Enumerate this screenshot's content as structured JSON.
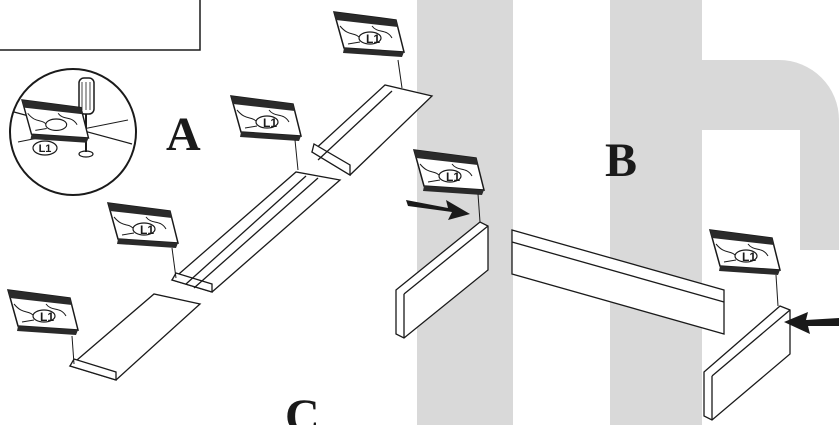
{
  "steps": {
    "a": "A",
    "b": "B",
    "c": "C"
  },
  "bag_label": "L1",
  "callout": {
    "bag_label": "L1"
  },
  "colors": {
    "ink": "#1a1a1a",
    "watermark": "#d9d9d9",
    "bag_dark": "#2a2a2a"
  }
}
